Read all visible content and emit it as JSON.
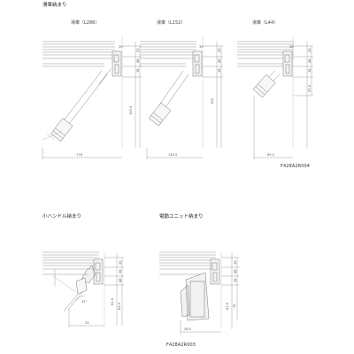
{
  "section_top": {
    "title": "滑車納まり",
    "variants": [
      {
        "label": "滑車（L286）",
        "dims": {
          "width": "176",
          "height": "190.5",
          "d1": "39",
          "d2": "38",
          "d3": "48",
          "d4": "53"
        }
      },
      {
        "label": "滑車（L152）",
        "dims": {
          "width": "140.5",
          "height": "190",
          "d1": "39",
          "d2": "38",
          "d3": "48",
          "d4": "53"
        }
      },
      {
        "label": "滑車（L44）",
        "dims": {
          "width": "89.5",
          "height": "57.5",
          "d1": "39",
          "d2": "38",
          "d3": "48",
          "d4": "53"
        }
      }
    ],
    "drawing_code": "F428A2R004"
  },
  "section_bottom": {
    "left": {
      "title": "小ハンドル納まり",
      "dims": {
        "height1": "61.5",
        "height2": "83.5",
        "angle": "32°",
        "width": "31",
        "d1": "39",
        "d2": "38",
        "d3": "48"
      }
    },
    "right": {
      "title": "電動ユニット納まり",
      "dims": {
        "width": "28.5",
        "height1": "61.5",
        "height2": "76",
        "d1": "39",
        "d2": "48",
        "d3": "38"
      }
    },
    "drawing_code": "F428A2R003"
  }
}
